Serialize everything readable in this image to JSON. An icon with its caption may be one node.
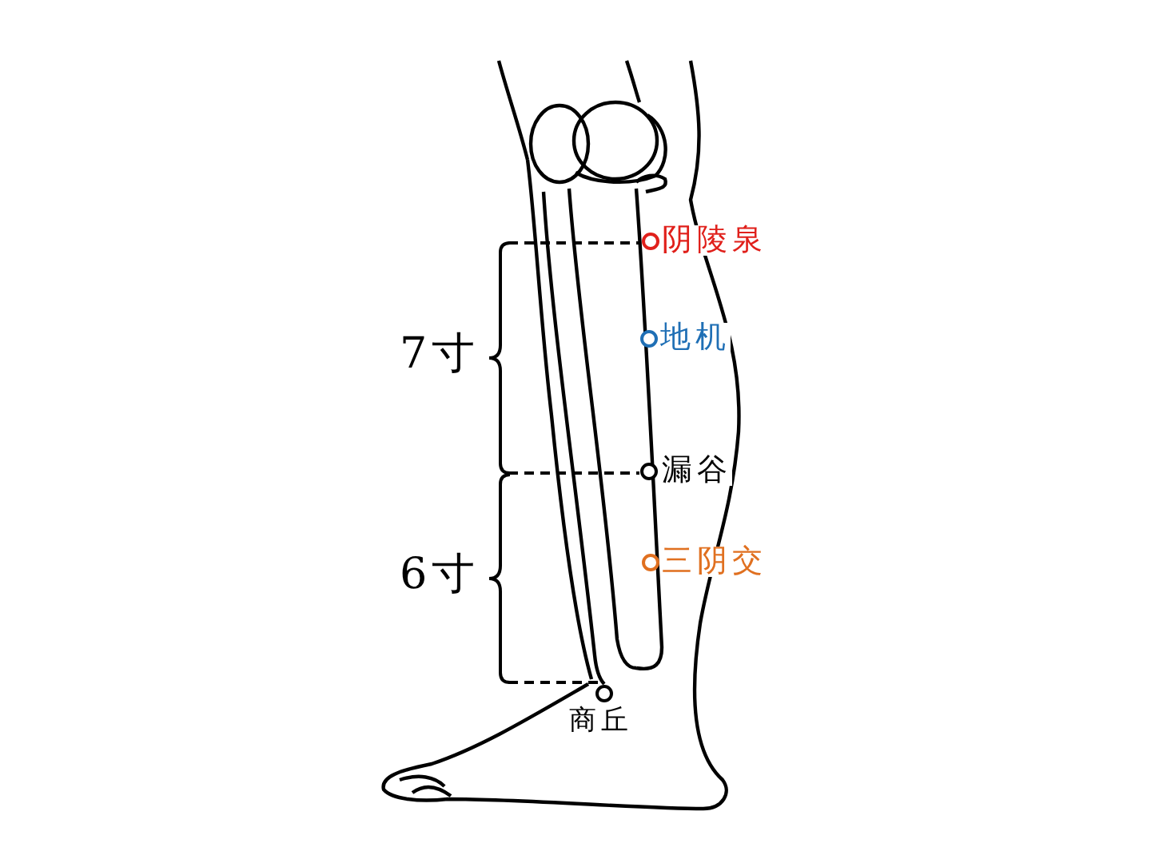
{
  "diagram": {
    "labels": [
      "阴陵泉",
      "地机",
      "7寸",
      "漏谷",
      "三阴交",
      "6寸",
      "商丘"
    ]
  }
}
